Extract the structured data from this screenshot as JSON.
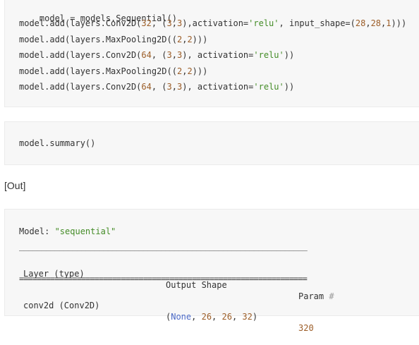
{
  "code_block": {
    "lines": [
      "model = models.Sequential()",
      "model.add(layers.Conv2D(32, (3,3),activation='relu', input_shape=(28,28,1)))",
      "model.add(layers.MaxPooling2D((2,2)))",
      "model.add(layers.Conv2D(64, (3,3), activation='relu'))",
      "model.add(layers.MaxPooling2D((2,2)))",
      "model.add(layers.Conv2D(64, (3,3), activation='relu'))"
    ]
  },
  "summary_cell": {
    "code": "model.summary()"
  },
  "output_label": "[Out]",
  "output": {
    "model_label": "Model: ",
    "model_name": "\"sequential\"",
    "header_layer": "Layer (type)",
    "header_output": "Output Shape",
    "header_param": "Param",
    "header_param_hash": "#",
    "row": {
      "layer": "conv2d (Conv2D)",
      "shape_open": "(",
      "shape_none": "None",
      "shape_sep1": ", ",
      "shape_a": "26",
      "shape_sep2": ", ",
      "shape_b": "26",
      "shape_sep3": ", ",
      "shape_c": "32",
      "shape_close": ")",
      "param": "320"
    },
    "rule_underscore": "_________________________________________________________________",
    "rule_equals": "================================================================="
  },
  "colors": {
    "string": "#448c27",
    "number": "#9c5d27",
    "keyword": "#4b69c6",
    "comment": "#999999",
    "cell_bg": "#f7f7f7"
  }
}
